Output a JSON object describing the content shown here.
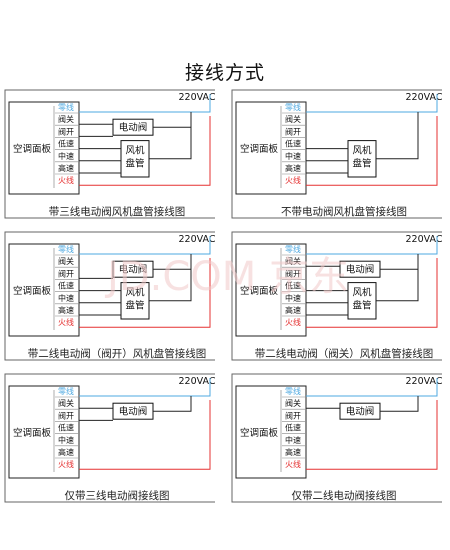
{
  "title": "接线方式",
  "voltage_label": "220VAC",
  "panel_label": "空调面板",
  "terminals": [
    "零线",
    "阀关",
    "阀开",
    "低速",
    "中速",
    "高速",
    "火线"
  ],
  "valve_label": "电动阀",
  "fan_label_line1": "风机",
  "fan_label_line2": "盘管",
  "watermark": "JD.COM 京东",
  "colors": {
    "neutral": "#4ea8e0",
    "live": "#e53030",
    "wire": "#222222",
    "watermark": "#f2c9c9"
  },
  "diagrams": [
    {
      "caption": "带三线电动阀风机盘管接线图",
      "has_valve": true,
      "valve_type": "three-wire",
      "has_fan": true
    },
    {
      "caption": "不带电动阀风机盘管接线图",
      "has_valve": false,
      "valve_type": "none",
      "has_fan": true
    },
    {
      "caption": "带二线电动阀（阀开）风机盘管接线图",
      "has_valve": true,
      "valve_type": "two-wire-open",
      "has_fan": true
    },
    {
      "caption": "带二线电动阀（阀关）风机盘管接线图",
      "has_valve": true,
      "valve_type": "two-wire-close",
      "has_fan": true
    },
    {
      "caption": "仅带三线电动阀接线图",
      "has_valve": true,
      "valve_type": "three-wire",
      "has_fan": false
    },
    {
      "caption": "仅带二线电动阀接线图",
      "has_valve": true,
      "valve_type": "two-wire-close",
      "has_fan": false
    }
  ]
}
